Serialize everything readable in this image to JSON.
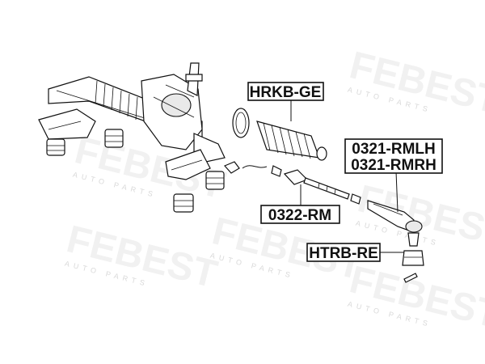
{
  "watermark": {
    "brand": "FEBEST",
    "tagline": "AUTO PARTS"
  },
  "labels": {
    "boot": "HRKB-GE",
    "tie_rod_end_left": "0321-RMLH",
    "tie_rod_end_right": "0321-RMRH",
    "inner_tie_rod": "0322-RM",
    "boot_small": "HTRB-RE"
  }
}
